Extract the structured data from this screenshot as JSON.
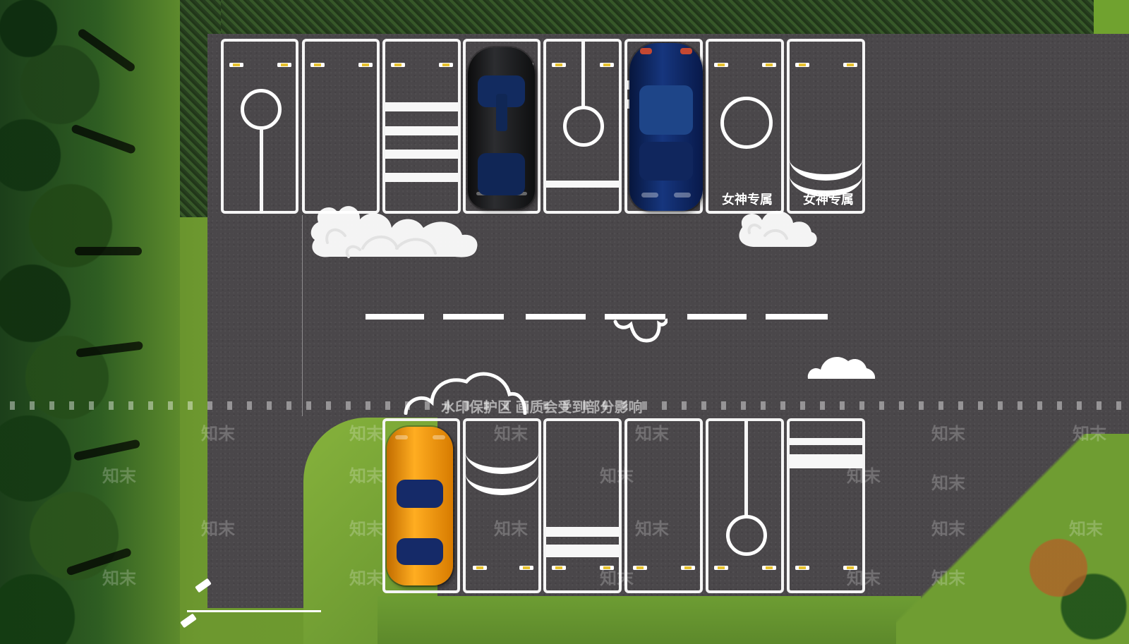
{
  "scene": {
    "title": "",
    "labels": {
      "women_stall": "女神专属"
    },
    "watermark": {
      "banner": "水印保护区 画质会受到部分影响",
      "brand": "知末"
    }
  },
  "icons": {
    "tree": "tree-icon",
    "car": "car-icon",
    "cloud": "cloud-icon",
    "circle": "circle-marking-icon"
  },
  "colors": {
    "asphalt": "#4a474a",
    "grass": "#6d982f",
    "line": "#f5f5f5",
    "reflector": "#e6c12e",
    "blue_car": "#16367e",
    "black_car": "#111111",
    "orange_car": "#ffad21"
  }
}
